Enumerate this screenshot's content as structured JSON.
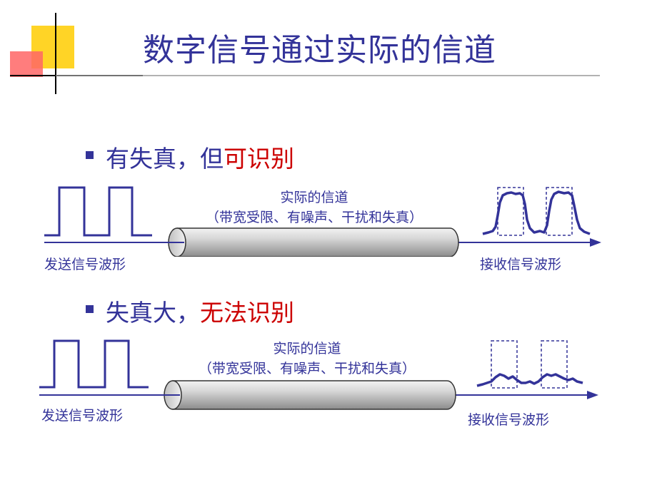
{
  "title": "数字信号通过实际的信道",
  "sections": [
    {
      "bullet_plain": "有失真，但",
      "bullet_red": "可识别",
      "channel_title": "实际的信道",
      "channel_sub": "（带宽受限、有噪声、干扰和失真）",
      "send_label": "发送信号波形",
      "recv_label": "接收信号波形"
    },
    {
      "bullet_plain": "失真大，",
      "bullet_red": "无法识别",
      "channel_title": "实际的信道",
      "channel_sub": "（带宽受限、有噪声、干扰和失真）",
      "send_label": "发送信号波形",
      "recv_label": "接收信号波形"
    }
  ],
  "colors": {
    "accent": "#333399",
    "highlight": "#cc0000",
    "deco_yellow": "#ffcc00",
    "deco_red": "#ff6666"
  }
}
